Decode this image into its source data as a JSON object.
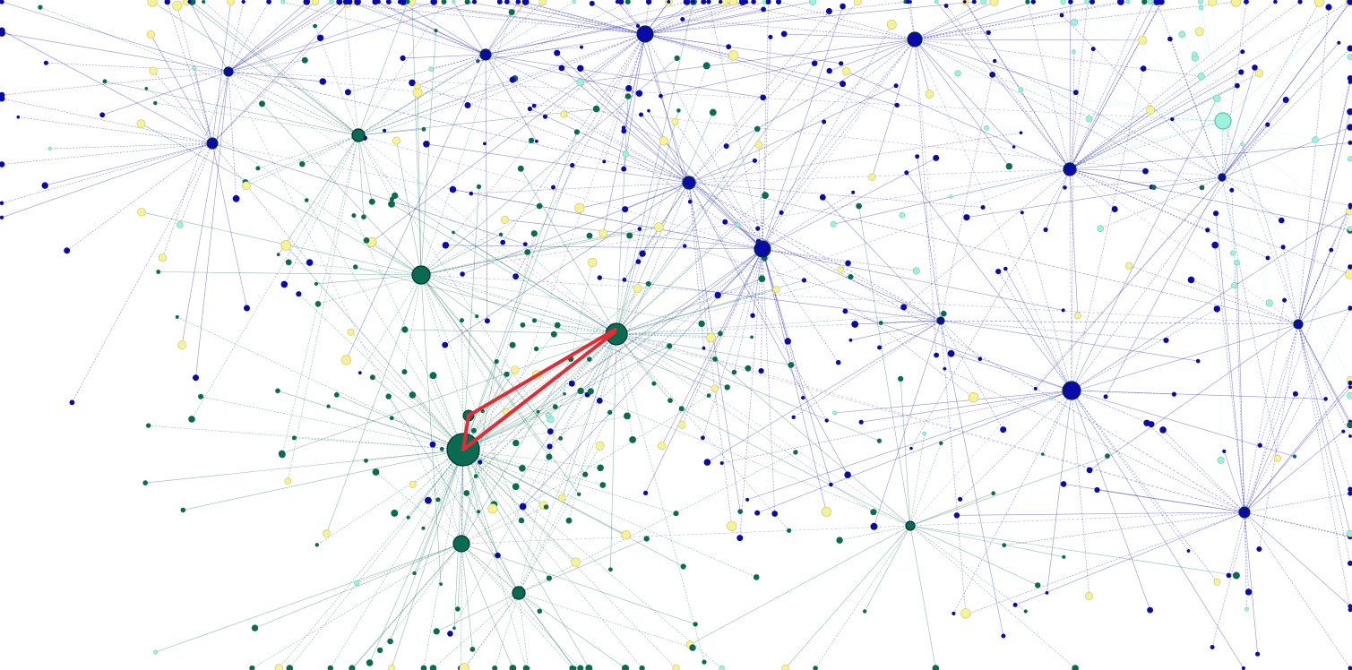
{
  "graph": {
    "background": "#ffffff",
    "colors": {
      "blue": "#0a0aa8",
      "teal": "#0b6b50",
      "yellow": "#f6f29a",
      "cyan": "#9ef2dc",
      "olive": "#3c5a1a",
      "magenta": "#e010c0"
    },
    "hubs": [
      {
        "id": "h1",
        "group": "teal",
        "degree": 70
      },
      {
        "id": "h2",
        "group": "teal",
        "degree": 55
      },
      {
        "id": "h3",
        "group": "blue",
        "degree": 45
      },
      {
        "id": "h4",
        "group": "blue",
        "degree": 30
      },
      {
        "id": "h5",
        "group": "blue",
        "degree": 40
      },
      {
        "id": "h6",
        "group": "blue",
        "degree": 30
      },
      {
        "id": "h7",
        "group": "blue",
        "degree": 35
      },
      {
        "id": "h8",
        "group": "cyan",
        "degree": 30
      },
      {
        "id": "h9",
        "group": "teal",
        "degree": 35
      },
      {
        "id": "h10",
        "group": "teal",
        "degree": 30
      },
      {
        "id": "h11",
        "group": "blue",
        "degree": 28
      },
      {
        "id": "h12",
        "group": "blue",
        "degree": 30
      },
      {
        "id": "h13",
        "group": "blue",
        "degree": 25
      },
      {
        "id": "h14",
        "group": "teal",
        "degree": 20
      },
      {
        "id": "h15",
        "group": "blue",
        "degree": 25
      },
      {
        "id": "h16",
        "group": "teal",
        "degree": 20
      },
      {
        "id": "h17",
        "group": "blue",
        "degree": 22
      },
      {
        "id": "h18",
        "group": "blue",
        "degree": 22
      },
      {
        "id": "h19",
        "group": "teal",
        "degree": 20
      },
      {
        "id": "h20",
        "group": "blue",
        "degree": 22
      },
      {
        "id": "h21",
        "group": "blue",
        "degree": 20
      }
    ],
    "highlighted_path": {
      "color": "#e52a33",
      "from": "h2",
      "via": "n-mid",
      "to": "h1"
    }
  }
}
